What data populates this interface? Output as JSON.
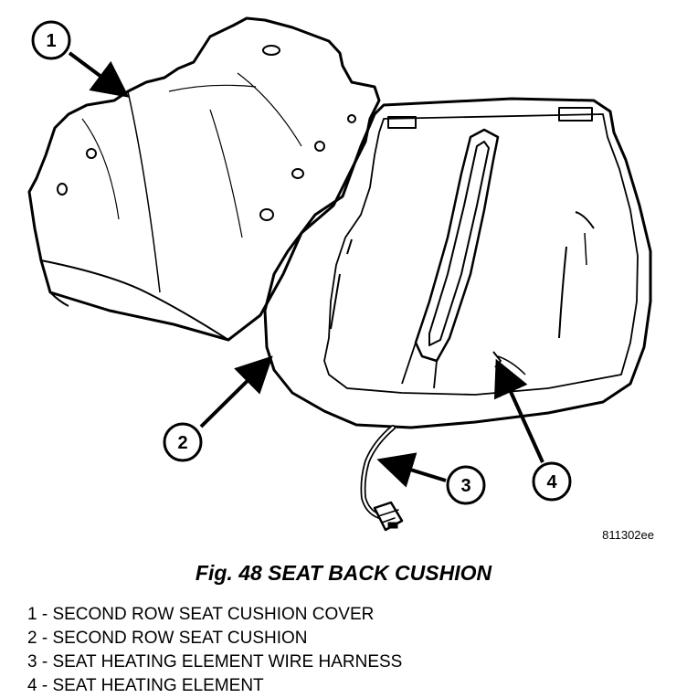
{
  "figure": {
    "drawing_code": "811302ee",
    "caption": "Fig. 48 SEAT BACK CUSHION"
  },
  "callouts": [
    {
      "number": "1"
    },
    {
      "number": "2"
    },
    {
      "number": "3"
    },
    {
      "number": "4"
    }
  ],
  "legend": [
    {
      "text": "1 - SECOND ROW SEAT CUSHION COVER"
    },
    {
      "text": "2 - SECOND ROW SEAT CUSHION"
    },
    {
      "text": "3 - SEAT HEATING ELEMENT WIRE HARNESS"
    },
    {
      "text": "4 - SEAT HEATING ELEMENT"
    }
  ]
}
